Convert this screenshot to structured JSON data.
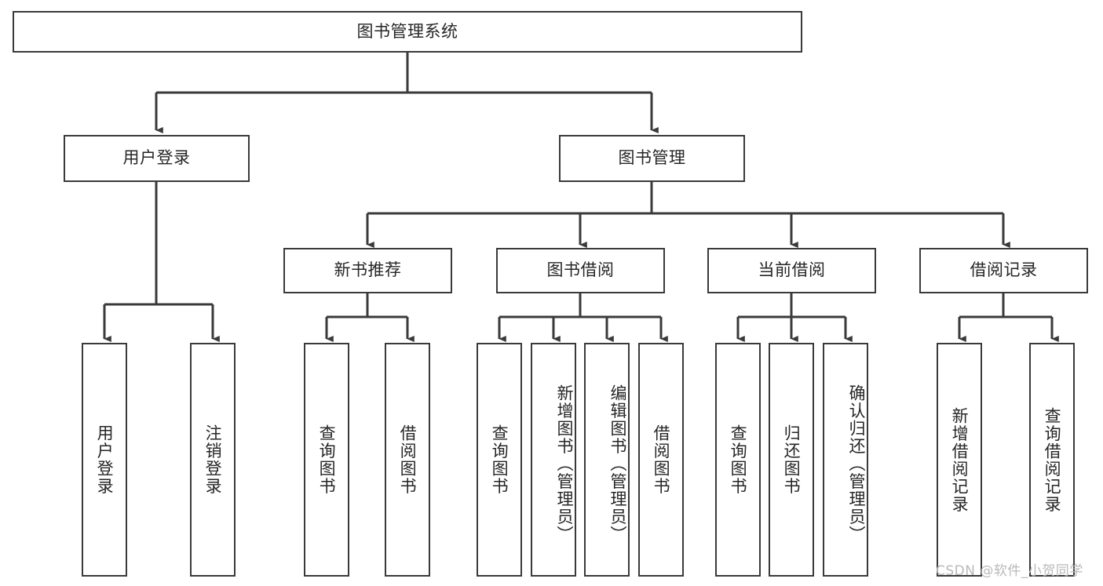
{
  "diagram": {
    "title": "图书管理系统",
    "type": "tree-hierarchy",
    "colors": {
      "background": "#ffffff",
      "node_border": "#3a3a3a",
      "node_fill": "#ffffff",
      "text": "#262626",
      "edge": "#3a3a3a",
      "watermark": "#b9b9b9"
    },
    "root": {
      "label": "图书管理系统"
    },
    "level2": [
      {
        "id": "user-login",
        "label": "用户登录"
      },
      {
        "id": "book-manage",
        "label": "图书管理"
      }
    ],
    "level3": [
      {
        "id": "new-book-recommend",
        "label": "新书推荐",
        "parent": "book-manage"
      },
      {
        "id": "book-borrow",
        "label": "图书借阅",
        "parent": "book-manage"
      },
      {
        "id": "current-borrow",
        "label": "当前借阅",
        "parent": "book-manage"
      },
      {
        "id": "borrow-record",
        "label": "借阅记录",
        "parent": "book-manage"
      }
    ],
    "leaves": {
      "user-login": [
        {
          "id": "leaf-user-login",
          "label": "用户登录"
        },
        {
          "id": "leaf-logout",
          "label": "注销登录"
        }
      ],
      "new-book-recommend": [
        {
          "id": "leaf-query-book-1",
          "label": "查询图书"
        },
        {
          "id": "leaf-borrow-book-1",
          "label": "借阅图书"
        }
      ],
      "book-borrow": [
        {
          "id": "leaf-query-book-2",
          "label": "查询图书"
        },
        {
          "id": "leaf-add-book",
          "label": "新增图书（管理员）"
        },
        {
          "id": "leaf-edit-book",
          "label": "编辑图书（管理员）"
        },
        {
          "id": "leaf-borrow-book-2",
          "label": "借阅图书"
        }
      ],
      "current-borrow": [
        {
          "id": "leaf-query-book-3",
          "label": "查询图书"
        },
        {
          "id": "leaf-return-book",
          "label": "归还图书"
        },
        {
          "id": "leaf-confirm-return",
          "label": "确认归还（管理员）"
        }
      ],
      "borrow-record": [
        {
          "id": "leaf-add-record",
          "label": "新增借阅记录"
        },
        {
          "id": "leaf-query-record",
          "label": "查询借阅记录"
        }
      ]
    },
    "watermark": "CSDN @软件_小贺同学"
  }
}
